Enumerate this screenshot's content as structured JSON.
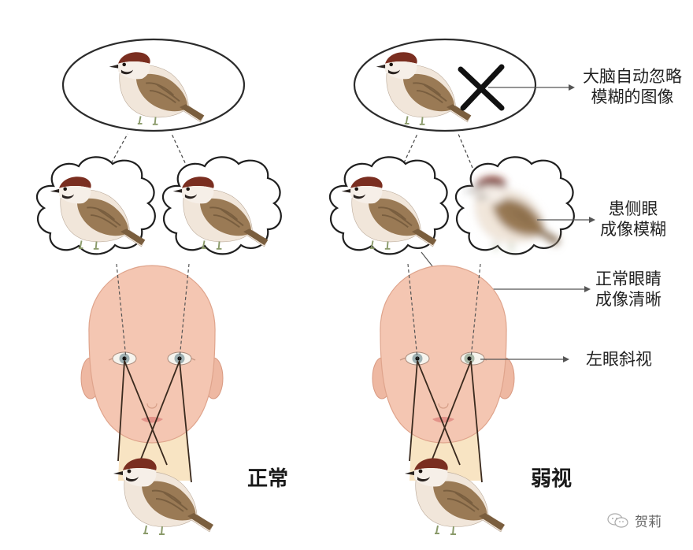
{
  "diagram": {
    "title": "Normal vision vs. amblyopia (strabismus) — brain image fusion",
    "colors": {
      "background": "#ffffff",
      "outline": "#2b2b2b",
      "skin": "#f2c3b0",
      "skin_shadow": "#e6a48c",
      "sight_cone": "#f7dfb8",
      "bird_cap": "#7a2e20",
      "bird_back": "#9a7a55",
      "bird_belly": "#f1e6da",
      "cross": "#111111"
    },
    "panels": [
      {
        "id": "normal",
        "label": "正常",
        "brain_image": "sharp-sparrow",
        "left_eye_image": "sharp-sparrow",
        "right_eye_image": "sharp-sparrow"
      },
      {
        "id": "amblyopia",
        "label": "弱视",
        "brain_image": "sharp-sparrow",
        "brain_rejected_marker": "cross-mark",
        "left_eye_image": "sharp-sparrow",
        "right_eye_image": "blurred-sparrow"
      }
    ],
    "callouts": [
      {
        "id": "brain-ignores",
        "line1": "大脑自动忽略",
        "line2": "模糊的图像"
      },
      {
        "id": "affected-eye",
        "line1": "患侧眼",
        "line2": "成像模糊"
      },
      {
        "id": "normal-eye",
        "line1": "正常眼睛",
        "line2": "成像清晰"
      },
      {
        "id": "left-strabismus",
        "line1": "左眼斜视",
        "line2": ""
      }
    ],
    "watermark": {
      "icon": "wechat-icon",
      "text": "贺莉"
    }
  }
}
